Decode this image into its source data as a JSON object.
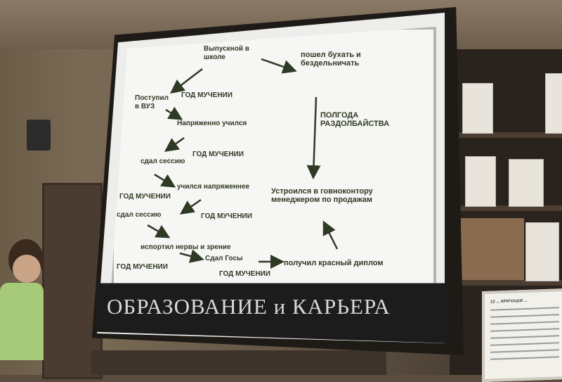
{
  "slide": {
    "labels": {
      "graduation": "Выпускной в\nшколе",
      "party": "пошел бухать и\nбездельничать",
      "entered_vuz": "Поступил\nв ВУЗ",
      "year1": "ГОД МУЧЕНИИ",
      "studied_hard": "Напряженно учился",
      "half_year": "ПОЛГОДА\nРАЗДОЛБАЙСТВА",
      "session1": "сдал сессию",
      "year2": "ГОД МУЧЕНИИ",
      "year3": "ГОД МУЧЕНИИ",
      "studied_harder": "учился напряженнее",
      "job": "Устроился в говноконтору\nменеджером по продажам",
      "session2": "сдал сессию",
      "year4": "ГОД МУЧЕНИИ",
      "nerves": "испортил нервы и зрение",
      "year5": "ГОД МУЧЕНИИ",
      "state_exams": "Сдал Госы",
      "red_diploma": "получил красный диплом",
      "year6": "ГОД МУЧЕНИИ"
    },
    "title": "ОБРАЗОВАНИЕ и КАРЬЕРА"
  },
  "flyer": {
    "heading": "12 ... КРИЧАШИ ..."
  },
  "colors": {
    "slide_text": "#2f3a24",
    "title_text": "#d9d9d4",
    "sweater": "#a7c97a"
  }
}
